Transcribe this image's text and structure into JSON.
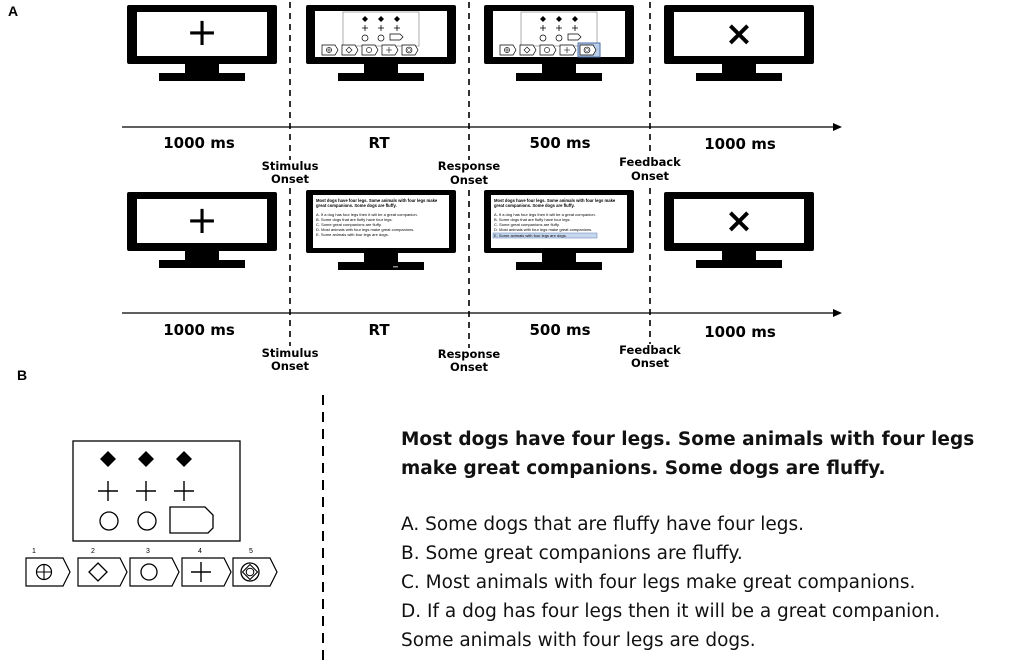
{
  "panels": {
    "a": "A",
    "b": "B"
  },
  "timeline": {
    "durations": [
      "1000 ms",
      "RT",
      "500 ms",
      "1000 ms"
    ],
    "events": [
      {
        "line1": "Stimulus",
        "line2": "Onset"
      },
      {
        "line1": "Response",
        "line2": "Onset"
      },
      {
        "line1": "Feedback",
        "line2": "Onset"
      }
    ]
  },
  "icons": {
    "fixation": "+",
    "feedback": "×"
  },
  "matrix_options": [
    "1",
    "2",
    "3",
    "4",
    "5"
  ],
  "screen_reasoning": {
    "title_line1": "Most dogs have four legs. Some animals with four legs make",
    "title_line2": "great companions. Some dogs are fluffy.",
    "options": [
      "A. If a dog has four legs then it will be a great companion.",
      "B. Some dogs that are fluffy have four legs.",
      "C. Some great companions are fluffy.",
      "D. Most animals with four legs make great companions.",
      "E. Some animals with four legs are dogs."
    ]
  },
  "reasoning": {
    "title_line1": "Most dogs have four legs. Some animals with four legs",
    "title_line2": "make great companions. Some dogs are fluffy.",
    "options": [
      "A. Some dogs that are fluffy have four legs.",
      "B. Some great companions are fluffy.",
      "C. Most animals with four legs make great companions.",
      "D. If a dog has four legs then it will be a great companion.",
      "Some animals with four legs are dogs."
    ]
  }
}
